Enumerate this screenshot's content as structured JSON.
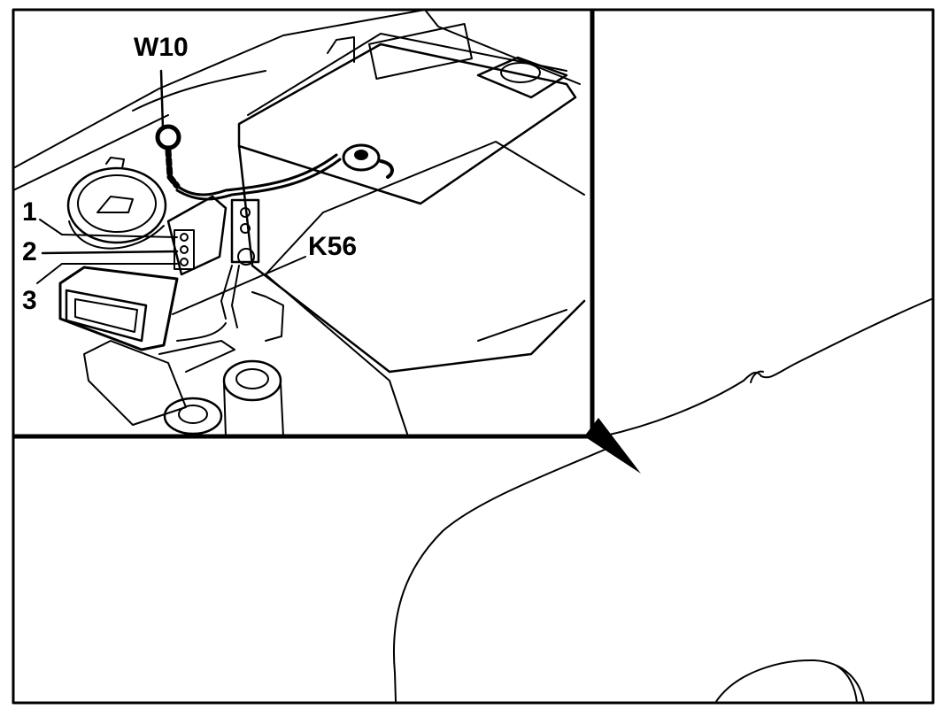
{
  "labels": {
    "w10": "W10",
    "k56": "K56",
    "callout_1": "1",
    "callout_2": "2",
    "callout_3": "3"
  },
  "colors": {
    "ink": "#000000",
    "paper": "#ffffff"
  }
}
